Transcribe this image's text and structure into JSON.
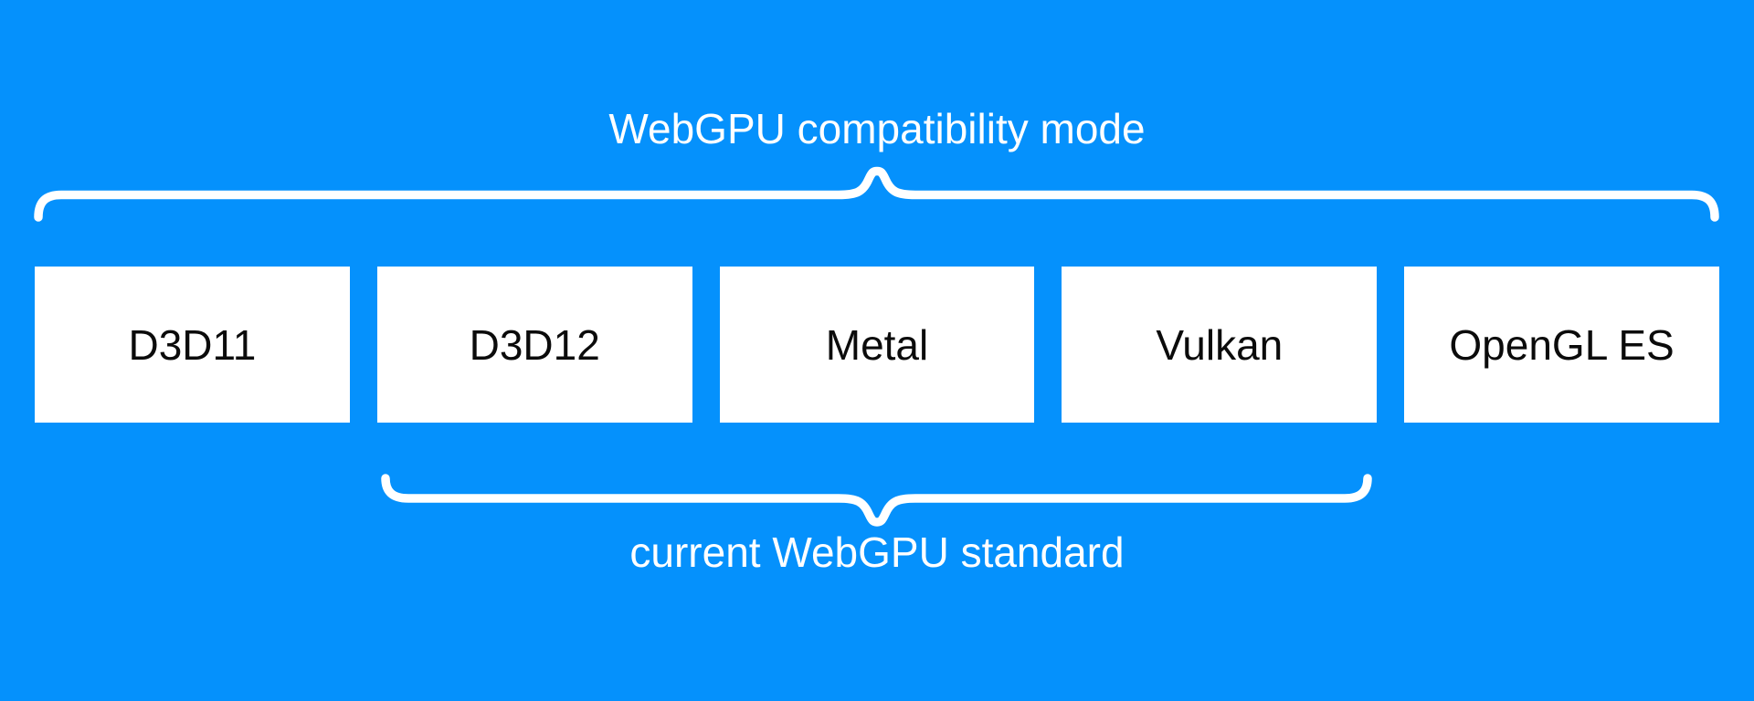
{
  "diagram": {
    "background_color": "#0591fc",
    "box_color": "#ffffff",
    "box_text_color": "#0b0b0b",
    "label_color": "#ffffff",
    "brace_color": "#ffffff",
    "top_group": {
      "label": "WebGPU compatibility mode",
      "members": [
        "D3D11",
        "D3D12",
        "Metal",
        "Vulkan",
        "OpenGL ES"
      ]
    },
    "bottom_group": {
      "label": "current WebGPU standard",
      "members": [
        "D3D12",
        "Metal",
        "Vulkan"
      ]
    },
    "boxes": [
      {
        "label": "D3D11"
      },
      {
        "label": "D3D12"
      },
      {
        "label": "Metal"
      },
      {
        "label": "Vulkan"
      },
      {
        "label": "OpenGL ES"
      }
    ]
  }
}
